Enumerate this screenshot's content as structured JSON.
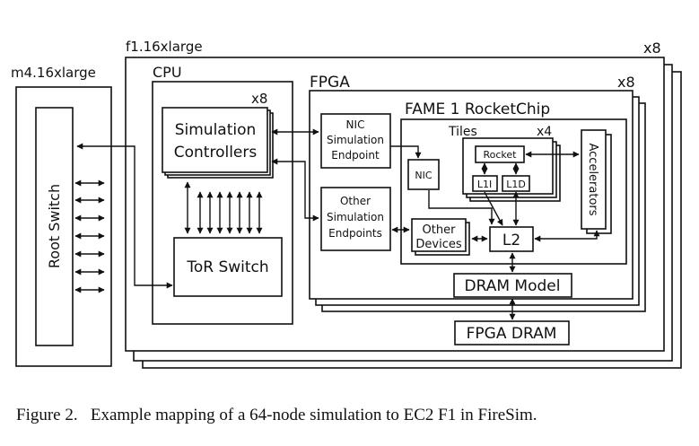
{
  "labels": {
    "f1_instance": "f1.16xlarge",
    "f1_count": "x8",
    "m4_instance": "m4.16xlarge",
    "root_switch": "Root Switch",
    "cpu": "CPU",
    "sim_controllers_count": "x8",
    "sim_controllers_line1": "Simulation",
    "sim_controllers_line2": "Controllers",
    "tor_switch": "ToR Switch",
    "fpga": "FPGA",
    "fpga_count": "x8",
    "nic_endpoint_line1": "NIC",
    "nic_endpoint_line2": "Simulation",
    "nic_endpoint_line3": "Endpoint",
    "other_endpoints_line1": "Other",
    "other_endpoints_line2": "Simulation",
    "other_endpoints_line3": "Endpoints",
    "fame_rocketchip": "FAME 1 RocketChip",
    "tiles": "Tiles",
    "tiles_count": "x4",
    "rocket": "Rocket",
    "l1i": "L1I",
    "l1d": "L1D",
    "nic": "NIC",
    "accelerators": "Accelerators",
    "other_devices_line1": "Other",
    "other_devices_line2": "Devices",
    "l2": "L2",
    "dram_model": "DRAM Model",
    "fpga_dram": "FPGA DRAM"
  },
  "caption": "Figure 2.   Example mapping of a 64-node simulation to EC2 F1 in FireSim."
}
